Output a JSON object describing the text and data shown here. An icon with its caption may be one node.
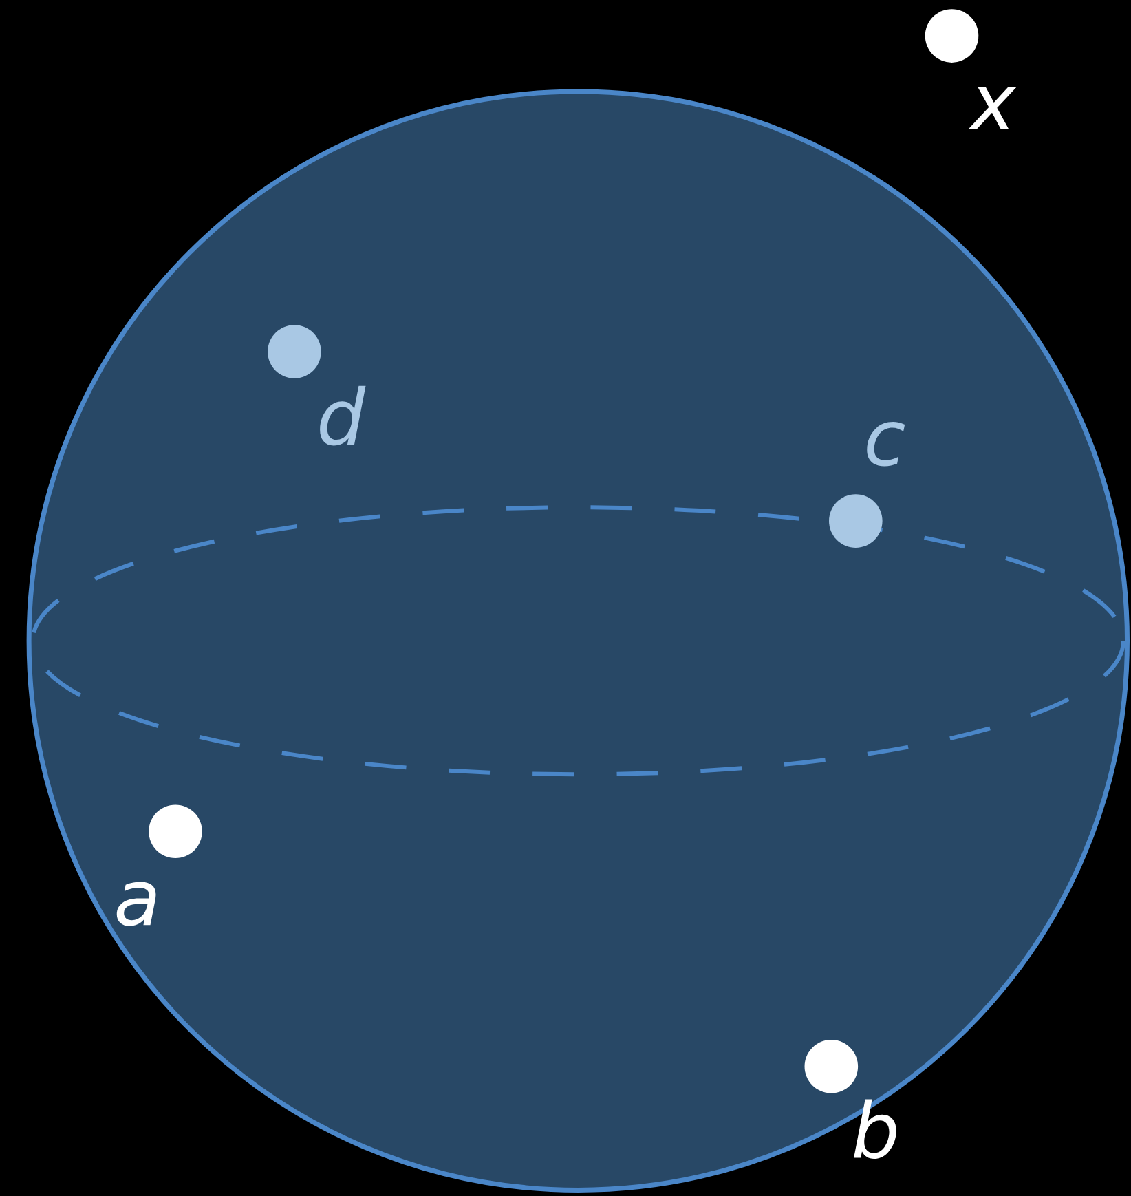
{
  "diagram": {
    "nodes": [
      {
        "text": [],
        "shape": "circle",
        "beside": [
          "x"
        ]
      },
      {
        "text": [],
        "shape": "circle",
        "beside": [
          "d"
        ]
      },
      {
        "text": [],
        "shape": "circle",
        "beside": [
          "c"
        ]
      },
      {
        "text": [],
        "shape": "circle",
        "beside": [
          "a"
        ]
      },
      {
        "text": [],
        "shape": "circle",
        "beside": [
          "b"
        ]
      }
    ]
  }
}
